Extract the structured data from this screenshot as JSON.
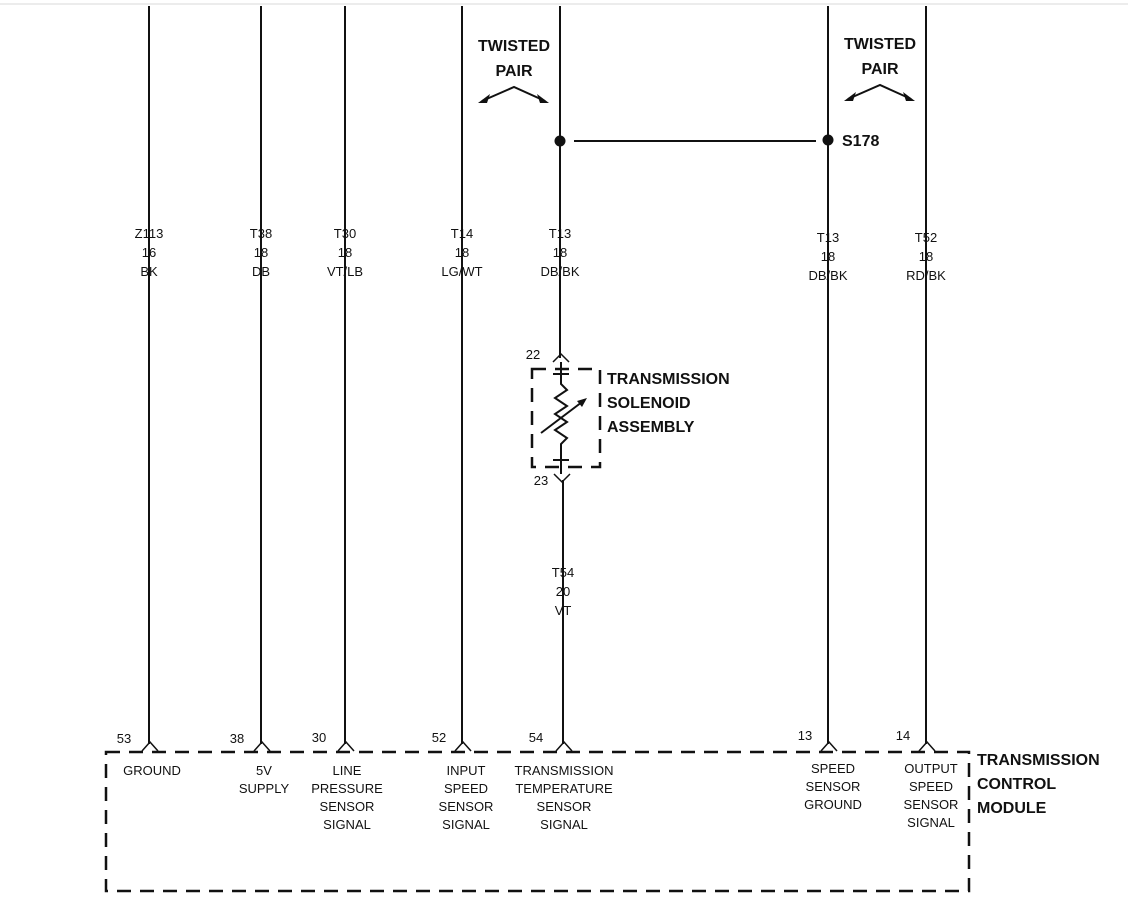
{
  "twisted_pair_left": {
    "line1": "TWISTED",
    "line2": "PAIR"
  },
  "twisted_pair_right": {
    "line1": "TWISTED",
    "line2": "PAIR"
  },
  "splice": {
    "label": "S178"
  },
  "wires": [
    {
      "circuit": "Z113",
      "gauge": "16",
      "color": "BK",
      "pin": "53",
      "function": [
        "GROUND"
      ]
    },
    {
      "circuit": "T38",
      "gauge": "18",
      "color": "DB",
      "pin": "38",
      "function": [
        "5V",
        "SUPPLY"
      ]
    },
    {
      "circuit": "T30",
      "gauge": "18",
      "color": "VT/LB",
      "pin": "30",
      "function": [
        "LINE",
        "PRESSURE",
        "SENSOR",
        "SIGNAL"
      ]
    },
    {
      "circuit": "T14",
      "gauge": "18",
      "color": "LG/WT",
      "pin": "52",
      "function": [
        "INPUT",
        "SPEED",
        "SENSOR",
        "SIGNAL"
      ]
    },
    {
      "circuit": "T13",
      "gauge": "18",
      "color": "DB/BK",
      "pin": "54",
      "function": [
        "TRANSMISSION",
        "TEMPERATURE",
        "SENSOR",
        "SIGNAL"
      ]
    },
    {
      "circuit": "T13",
      "gauge": "18",
      "color": "DB/BK",
      "pin": "13",
      "function": [
        "SPEED",
        "SENSOR",
        "GROUND"
      ]
    },
    {
      "circuit": "T52",
      "gauge": "18",
      "color": "RD/BK",
      "pin": "14",
      "function": [
        "OUTPUT",
        "SPEED",
        "SENSOR",
        "SIGNAL"
      ]
    }
  ],
  "lower_wire": {
    "circuit": "T54",
    "gauge": "20",
    "color": "VT"
  },
  "solenoid": {
    "pin_top": "22",
    "pin_bottom": "23",
    "label": [
      "TRANSMISSION",
      "SOLENOID",
      "ASSEMBLY"
    ]
  },
  "module": {
    "label": [
      "TRANSMISSION",
      "CONTROL",
      "MODULE"
    ]
  }
}
